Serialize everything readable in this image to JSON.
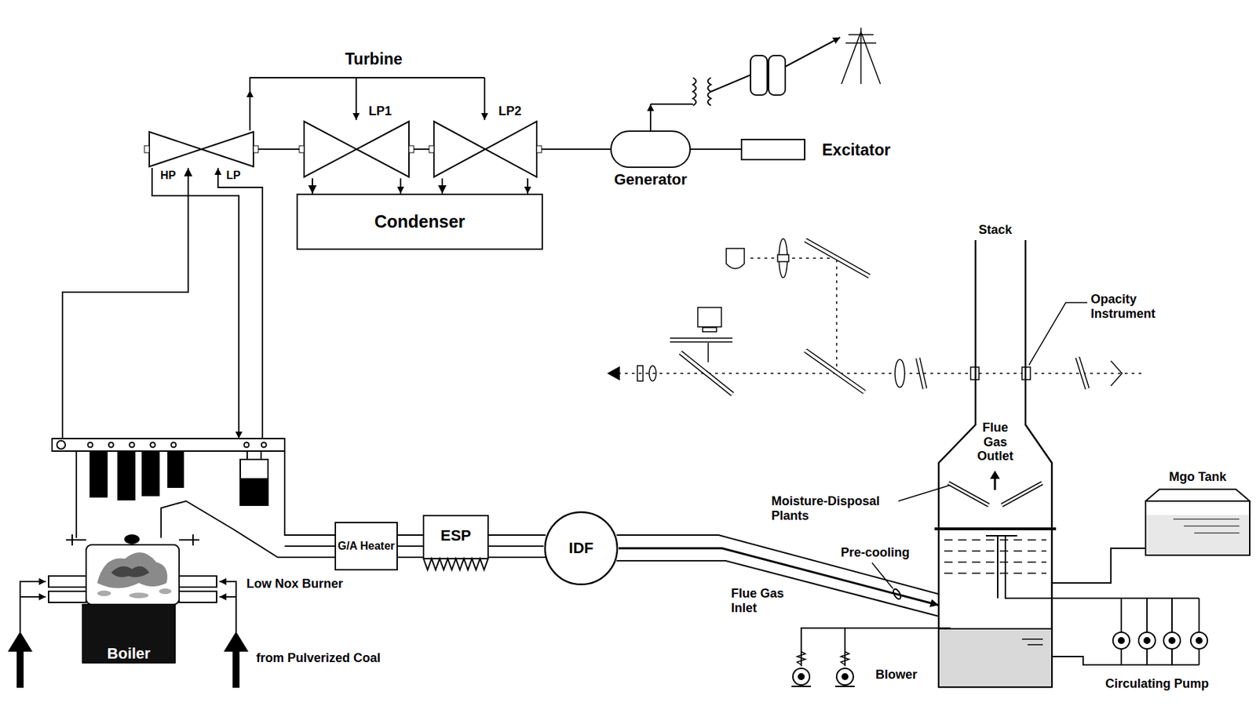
{
  "diagram": {
    "nodes": [
      {
        "text": [
          "HP",
          "LP"
        ]
      },
      {
        "text": [
          "LP1"
        ]
      },
      {
        "text": [
          "LP2"
        ]
      },
      {
        "text": [
          "Generator"
        ]
      },
      {
        "text": [
          "Excitator"
        ]
      },
      {
        "text": [
          "Condenser"
        ]
      },
      {
        "text": [
          "Boiler"
        ]
      },
      {
        "text": [
          "G/A Heater"
        ]
      },
      {
        "text": [
          "ESP"
        ]
      },
      {
        "text": [
          "IDF"
        ]
      },
      {
        "text": [
          "Stack",
          "Flue Gas Outlet"
        ]
      },
      {
        "text": [
          "Mgo Tank"
        ]
      }
    ],
    "edges": [
      {
        "from": 0,
        "to": 1,
        "arrow": "none"
      },
      {
        "from": 1,
        "to": 2,
        "arrow": "none"
      },
      {
        "from": 2,
        "to": 3,
        "arrow": "none"
      },
      {
        "from": 3,
        "to": 4,
        "arrow": "none"
      },
      {
        "from": 1,
        "to": 5,
        "arrow": "to"
      },
      {
        "from": 2,
        "to": 5,
        "arrow": "to"
      },
      {
        "from": 6,
        "to": 0,
        "arrow": "to"
      },
      {
        "from": 6,
        "to": 7,
        "arrow": "none"
      },
      {
        "from": 7,
        "to": 8,
        "arrow": "none"
      },
      {
        "from": 8,
        "to": 9,
        "arrow": "none"
      },
      {
        "from": 9,
        "to": 10,
        "arrow": "to"
      },
      {
        "from": 11,
        "to": 10,
        "arrow": "none"
      }
    ],
    "labels": [
      "Turbine",
      "Opacity Instrument",
      "Moisture-Disposal Plants",
      "Pre-cooling",
      "Flue Gas Inlet",
      "Low Nox Burner",
      "from Pulverized Coal",
      "Blower",
      "Circulating Pump"
    ]
  }
}
